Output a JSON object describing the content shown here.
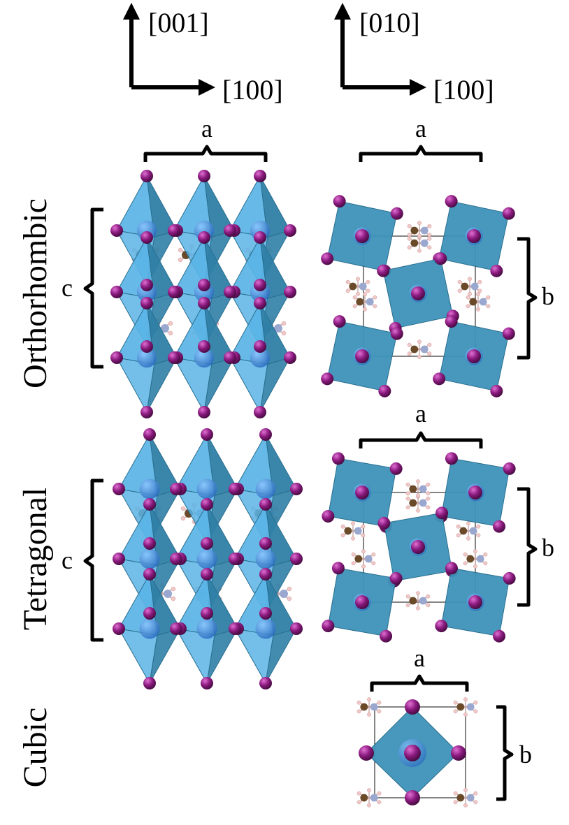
{
  "axes": {
    "left": {
      "vertical": "[001]",
      "horizontal": "[100]"
    },
    "right": {
      "vertical": "[010]",
      "horizontal": "[100]"
    }
  },
  "phases": {
    "orthorhombic": {
      "label": "Orthorhombic",
      "side_a": "a",
      "side_b": "b",
      "side_c": "c",
      "side_a2": "a"
    },
    "tetragonal": {
      "label": "Tetragonal",
      "side_a": "a",
      "side_b": "b",
      "side_c": "c"
    },
    "cubic": {
      "label": "Cubic",
      "side_a": "a",
      "side_b": "b"
    }
  },
  "colors": {
    "octahedron_light": "#5ab4e6",
    "octahedron_dark": "#2f7fa6",
    "octahedron_topview": "#3d92b8",
    "iodine": "#8a1a7e",
    "carbon": "#6b4a2a",
    "nitrogen": "#9aa8d0",
    "hydrogen": "#f0c8c8"
  }
}
